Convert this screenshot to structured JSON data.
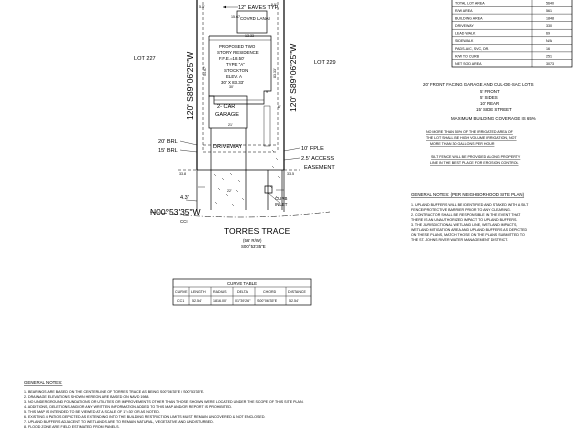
{
  "site": {
    "eaves": "12\" EAVES TYP.",
    "dim_55_top": "5.5'",
    "dim_1587": "15.67",
    "dim_1333": "13.33",
    "covered_lanai": "COVRD LANAI",
    "residence": [
      "PROPOSED TWO",
      "STORY RESIDENCE",
      "F.F.E.=18.50'",
      "TYPE \"A\"",
      "STOCKTON",
      "ELEV. A",
      "30' X 83.33'"
    ],
    "dim_5467": "54.67'",
    "dim_8333": "83.33'",
    "dim_30": "30'",
    "dim_9": "9'",
    "dim_6": "6'",
    "dim_21": "21'",
    "garage": [
      "2- CAR",
      "GARAGE"
    ],
    "driveway": "DRIVEWAY",
    "lot_left": "LOT 227",
    "lot_right": "LOT 229",
    "bearing_left": "120' S89°06'25\"W",
    "bearing_right": "120' S89°06'25\"W",
    "brl_20": "20' BRL",
    "brl_15": "15' BRL",
    "fple": "10' FPLE",
    "access": "2.5' ACCESS",
    "easement": "EASEMENT",
    "dim_338": "33.8",
    "dim_335": "33.5",
    "dim_43": "4.3'",
    "dim_22": "22'",
    "curb1": "CURB",
    "curb2": "INLET",
    "bearing_bottom": "N00°53'35\"W",
    "cc": "CCI",
    "street": "TORRES TRACE",
    "row": "(56' R/W)",
    "street_bearing": "S00°53'35\"E"
  },
  "site_table": {
    "rows": [
      [
        "TOTAL LOT AREA",
        "5640"
      ],
      [
        "R/W AREA",
        "561"
      ],
      [
        "BUILDING AREA",
        "1848"
      ],
      [
        "DRIVEWAY",
        "330"
      ],
      [
        "LEAD WALK",
        "69"
      ],
      [
        "SIDEWALK",
        "N/A"
      ],
      [
        "PADS-A/C, SVC, DR.",
        "16"
      ],
      [
        "R/W TO CURB",
        "251"
      ],
      [
        "NET SOD AREA",
        "3073"
      ]
    ]
  },
  "setbacks": {
    "title": "20' FRONT FACING GARAGE AND CUL-DE-SAC LOTS",
    "lines": [
      "5' FRONT",
      "5' SIDES",
      "10' REAR",
      "15' SIDE STREET"
    ],
    "coverage": "MAXIMUM BUILDING COVERAGE IS 65%"
  },
  "irrigation": {
    "note1": [
      "NO MORE THAN 50% OF THE IRRIGATED AREA OF",
      "THE LOT SHALL BE HIGH VOLUME IRRIGATION, NOT",
      "MORE THAN 30 GALLONS PER HOUR"
    ],
    "note2": [
      "SILT FENCE WILL BE PROVIDED ALONG PROPERTY",
      "LINE IN THE BEST PLACE FOR EROSION CONTROL"
    ]
  },
  "neighborhood_notes": {
    "title": "GENERAL NOTES: (PER NEIGHBORHOOD SITE PLAN)",
    "lines": [
      "1. UPLAND BUFFERS WILL BE IDENTIFIED AND STAKED WITH A SILT",
      "FENCE/PROTECTIVE BARRIER PRIOR TO ANY CLEARING.",
      "2. CONTRACTOR SHALL BE RESPONSIBLE IN THE EVENT THAT",
      "THERE IS AN UNAUTHORIZED IMPACT TO UPLAND BUFFERS.",
      "3. THE JURISDICTIONAL WETLAND LINE, WETLAND IMPACTS,",
      "WETLAND MITIGATION AREA AND UPLAND BUFFERS AS DEPICTED",
      "ON THESE PLANS, MATCH THOSE ON THE PLANS SUBMITTED TO",
      "THE ST. JOHNS RIVER WATER MANAGEMENT DISTRICT."
    ]
  },
  "curve_table": {
    "title": "CURVE TABLE",
    "headers": [
      "CURVE",
      "LENGTH",
      "RADIUS",
      "DELTA",
      "CHORD",
      "DISTANCE"
    ],
    "row": [
      "CC1",
      "52.54'",
      "1816.00'",
      "01°39'26\"",
      "S00°06'35\"E",
      "52.54'"
    ]
  },
  "general_notes": {
    "title": "GENERAL NOTES:",
    "lines": [
      "1. BEARINGS ARE BASED ON THE CENTERLINE OF TORRES TRACE AS BEING S00°06'35\"E / S00°53'35\"E.",
      "2. DRAINAGE ELEVATIONS SHOWN HEREON ARE BASED ON NAVD 1988.",
      "3. NO UNDERGROUND FOUNDATIONS OR UTILITIES OR IMPROVEMENTS OTHER THAN THOSE SHOWN WERE LOCATED UNDER THE SCOPE OF THIS SITE PLAN.",
      "4. ADDITIONS, DELETIONS AND/OR ANY WRITTEN INFORMATION ADDED TO THIS MAP AND/OR REPORT IS PROHIBITED.",
      "5. THIS MAP IS INTENDED TO BE VIEWED AT A SCALE OF 1\"=30' OR AS NOTED.",
      "6. EXISTING 4 PATIOS DEPICTED AS EXTENDING INTO THE BUILDING RESTRICTION LIMITS MUST REMAIN UNCOVERED & NOT ENCLOSED.",
      "7. UPLAND BUFFERS ADJACENT TO WETLANDS ARE TO REMAIN NATURAL, VEGETATIVE AND UNDISTURBED.",
      "8. FLOOD ZONE ARE FIELD ESTIMATED FROM PANELS."
    ]
  }
}
